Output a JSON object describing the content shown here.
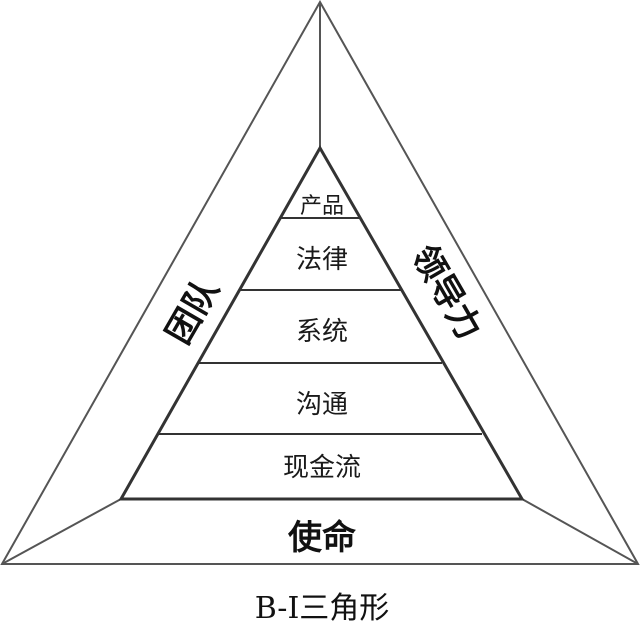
{
  "pyramid": {
    "levels": [
      {
        "label": "产品"
      },
      {
        "label": "法律"
      },
      {
        "label": "系统"
      },
      {
        "label": "沟通"
      },
      {
        "label": "现金流"
      }
    ]
  },
  "sides": {
    "left": "团队",
    "right": "领导力",
    "bottom": "使命"
  },
  "caption": "B-I三角形"
}
